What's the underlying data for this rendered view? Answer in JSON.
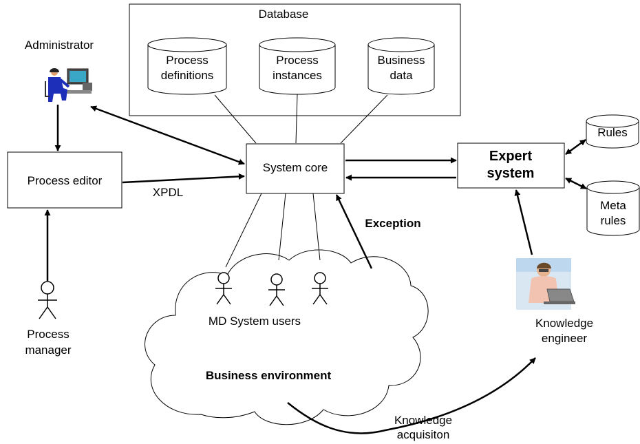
{
  "database": {
    "title": "Database",
    "stores": [
      {
        "line1": "Process",
        "line2": "definitions"
      },
      {
        "line1": "Process",
        "line2": "instances"
      },
      {
        "line1": "Business",
        "line2": "data"
      }
    ]
  },
  "actors": {
    "administrator": "Administrator",
    "process_manager_1": "Process",
    "process_manager_2": "manager",
    "knowledge_engineer_1": "Knowledge",
    "knowledge_engineer_2": "engineer"
  },
  "boxes": {
    "process_editor": "Process editor",
    "system_core": "System core",
    "expert_system_1": "Expert",
    "expert_system_2": "system"
  },
  "rules": {
    "rules": "Rules",
    "meta_1": "Meta",
    "meta_2": "rules"
  },
  "edges": {
    "xpdl": "XPDL",
    "exception": "Exception",
    "knowledge_acq_1": "Knowledge",
    "knowledge_acq_2": "acquisiton"
  },
  "environment": {
    "users_label": "MD System users",
    "business_env": "Business environment"
  }
}
